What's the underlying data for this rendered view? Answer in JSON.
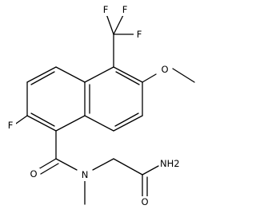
{
  "structure": {
    "atoms": {
      "F_top_left": "F",
      "F_top_mid": "F",
      "F_top_right": "F",
      "F_ring": "F",
      "O_methoxy": "O",
      "O_amide": "O",
      "N_amide": "N",
      "NH2_amide": "NH2",
      "O_primary_amide": "O"
    }
  }
}
